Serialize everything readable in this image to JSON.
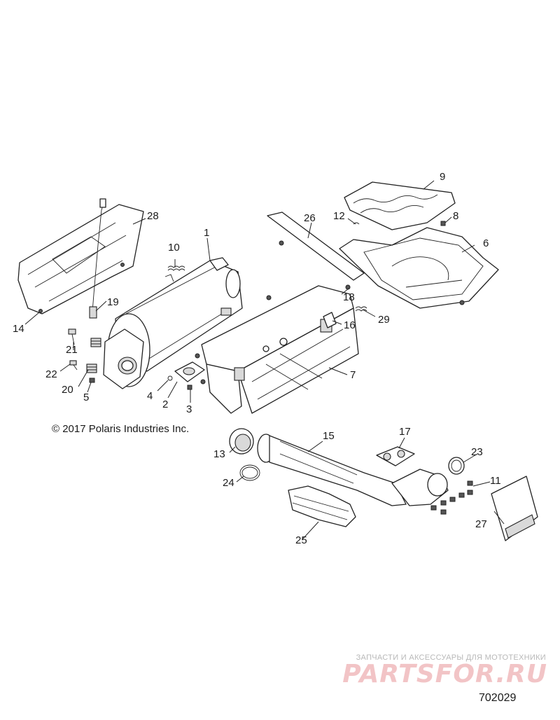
{
  "callouts": [
    {
      "id": "c1",
      "label": "1"
    },
    {
      "id": "c2",
      "label": "2"
    },
    {
      "id": "c3",
      "label": "3"
    },
    {
      "id": "c4",
      "label": "4"
    },
    {
      "id": "c5",
      "label": "5"
    },
    {
      "id": "c6",
      "label": "6"
    },
    {
      "id": "c7",
      "label": "7"
    },
    {
      "id": "c8",
      "label": "8"
    },
    {
      "id": "c9",
      "label": "9"
    },
    {
      "id": "c10",
      "label": "10"
    },
    {
      "id": "c11",
      "label": "11"
    },
    {
      "id": "c12",
      "label": "12"
    },
    {
      "id": "c13",
      "label": "13"
    },
    {
      "id": "c14",
      "label": "14"
    },
    {
      "id": "c15",
      "label": "15"
    },
    {
      "id": "c16",
      "label": "16"
    },
    {
      "id": "c17",
      "label": "17"
    },
    {
      "id": "c18",
      "label": "18"
    },
    {
      "id": "c19",
      "label": "19"
    },
    {
      "id": "c20",
      "label": "20"
    },
    {
      "id": "c21",
      "label": "21"
    },
    {
      "id": "c22",
      "label": "22"
    },
    {
      "id": "c23",
      "label": "23"
    },
    {
      "id": "c24",
      "label": "24"
    },
    {
      "id": "c25",
      "label": "25"
    },
    {
      "id": "c26",
      "label": "26"
    },
    {
      "id": "c27",
      "label": "27"
    },
    {
      "id": "c28",
      "label": "28"
    },
    {
      "id": "c29",
      "label": "29"
    }
  ],
  "copyright": "© 2017 Polaris Industries Inc.",
  "watermark": {
    "tagline": "ЗАПЧАСТИ И АКСЕССУАРЫ ДЛЯ МОТОТЕХНИКИ",
    "logo": "PARTSFOR.RU"
  },
  "diagram_id": "702029",
  "colors": {
    "line": "#222222",
    "background": "#ffffff",
    "watermark": "#f2c4c6"
  }
}
